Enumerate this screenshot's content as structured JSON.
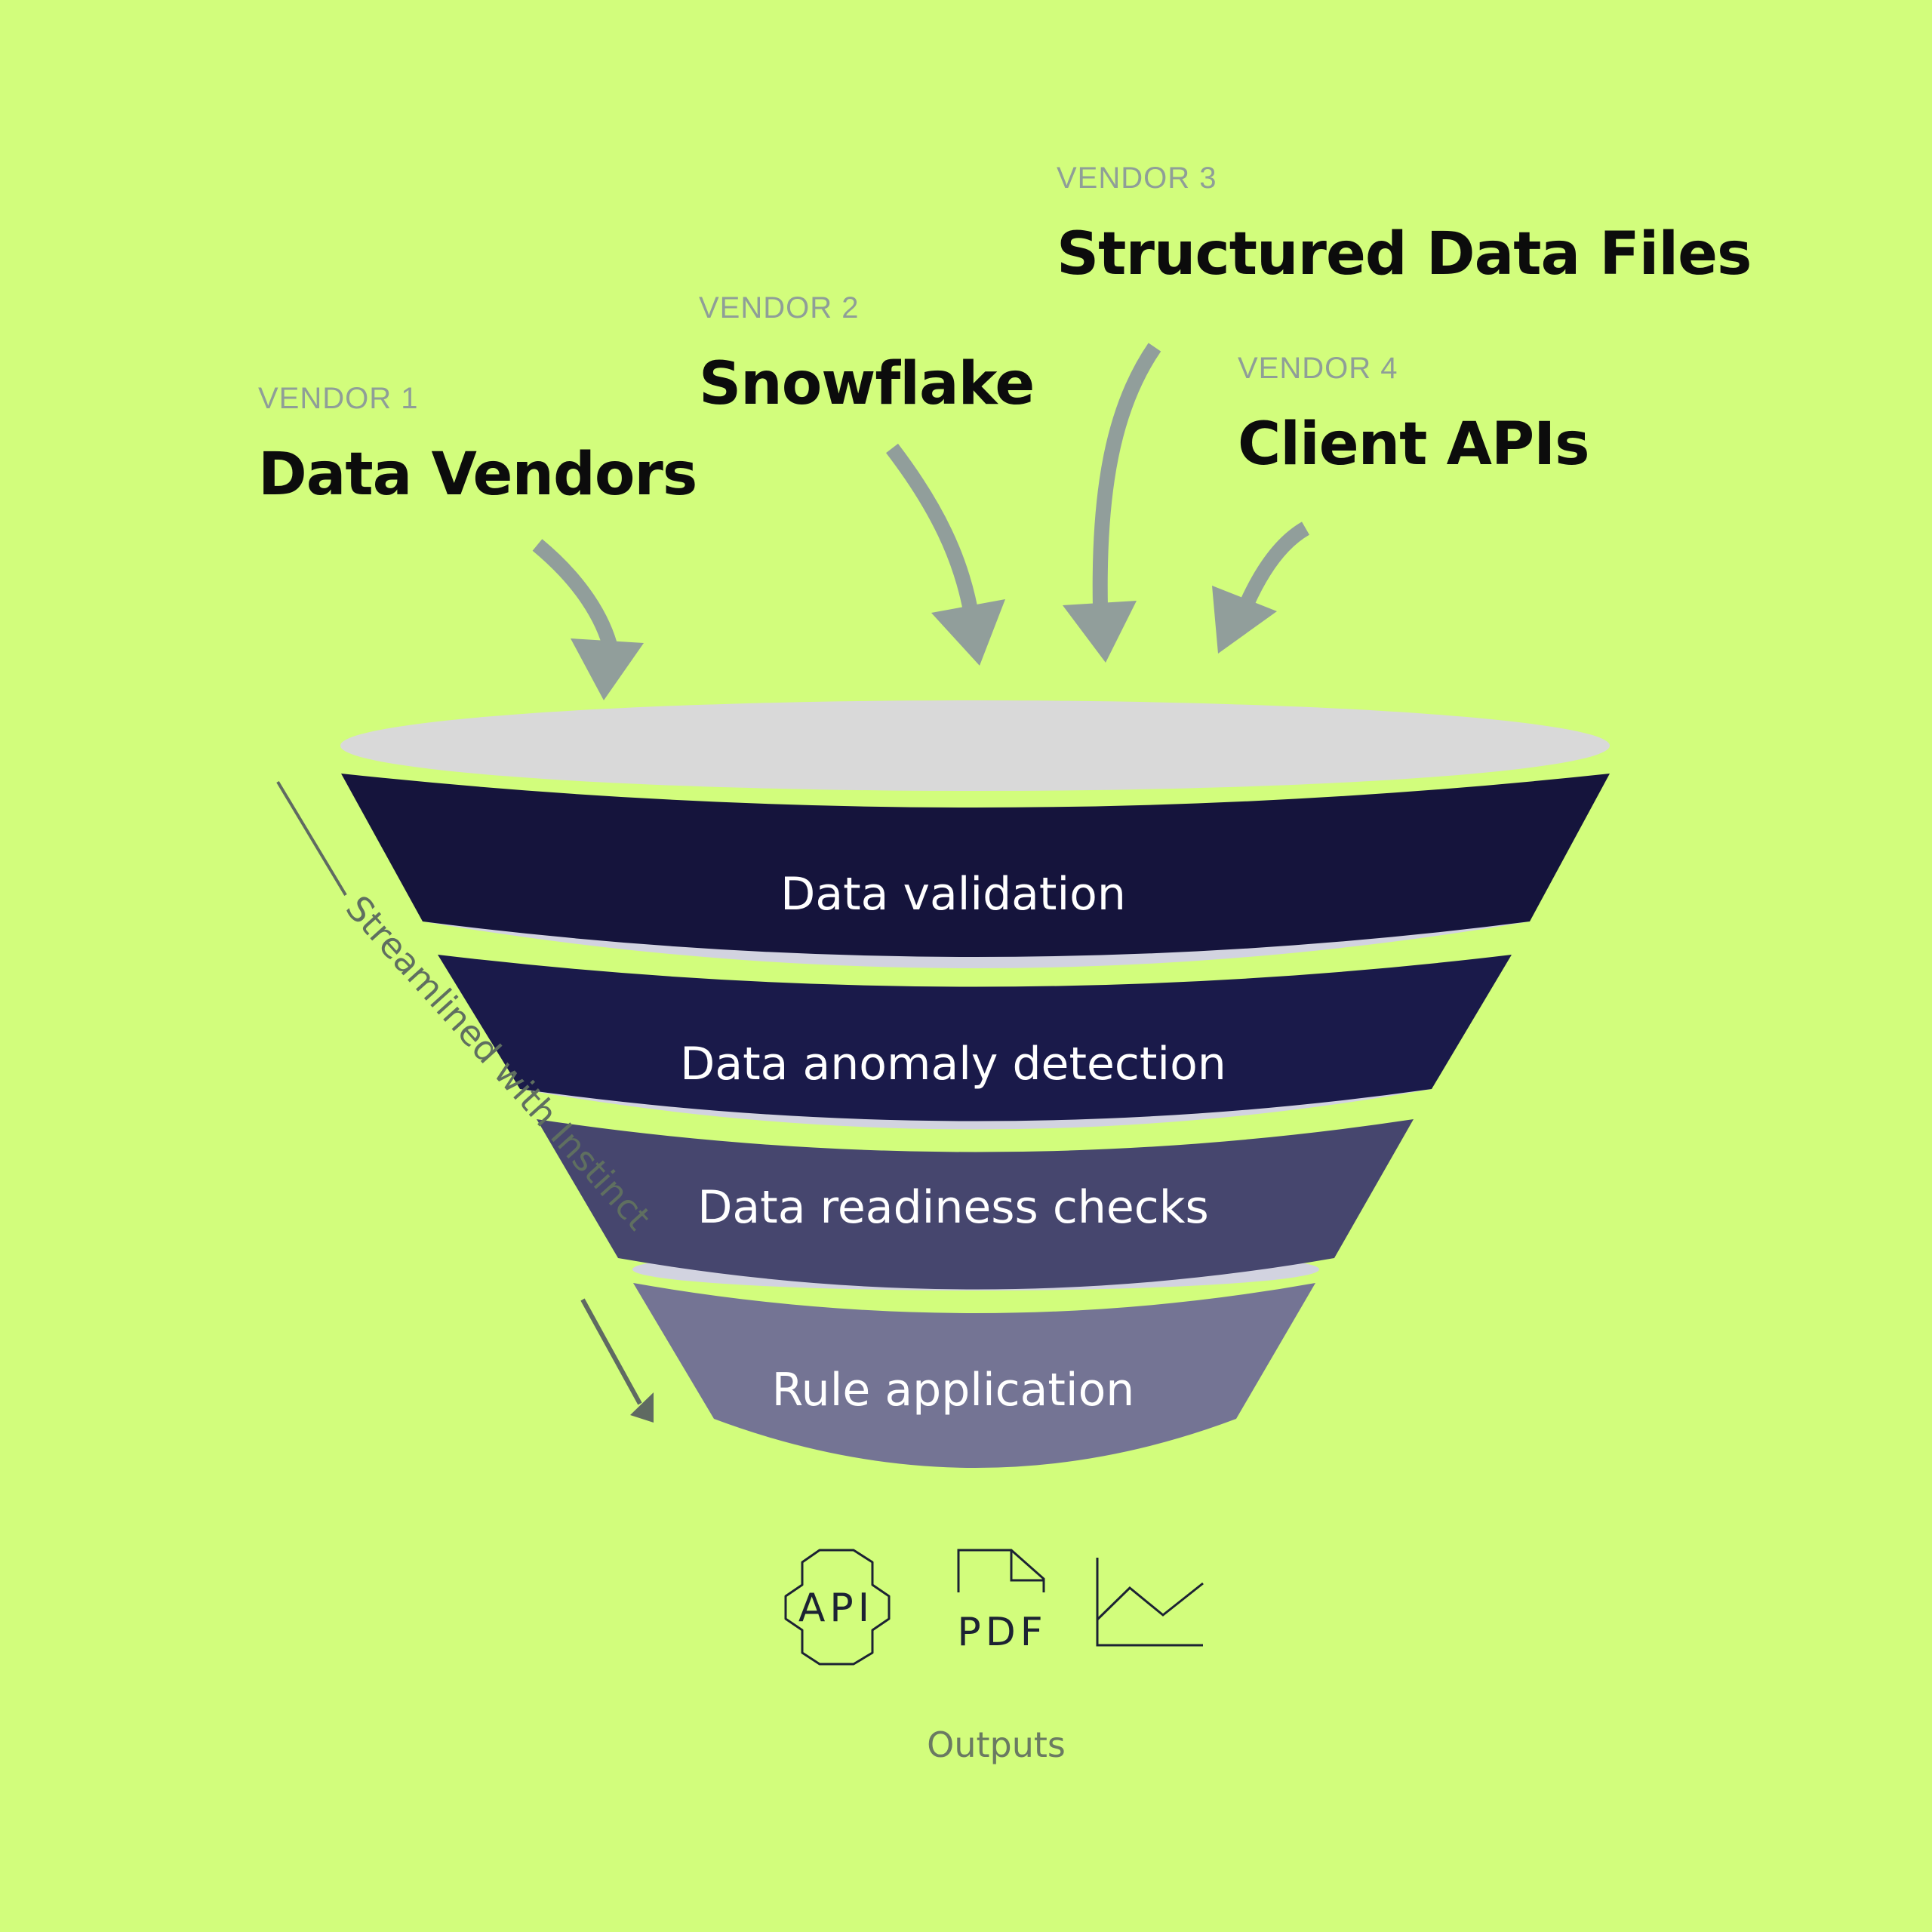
{
  "vendors": [
    {
      "kicker": "VENDOR 1",
      "title": "Data Vendors"
    },
    {
      "kicker": "VENDOR 2",
      "title": "Snowflake"
    },
    {
      "kicker": "VENDOR 3",
      "title": "Structured Data Files"
    },
    {
      "kicker": "VENDOR 4",
      "title": "Client APIs"
    }
  ],
  "funnel": {
    "stages": [
      {
        "label": "Data validation",
        "color": "#15143c"
      },
      {
        "label": "Data anomaly detection",
        "color": "#1a1a4a"
      },
      {
        "label": "Data readiness checks",
        "color": "#46466e"
      },
      {
        "label": "Rule application",
        "color": "#747494"
      }
    ],
    "rim_color": "#d9d9d9",
    "inner_rim_color": "#d2d3e0"
  },
  "side_label": "Streamlined with Instinct",
  "outputs": {
    "label": "Outputs",
    "icons": [
      {
        "name": "api-icon",
        "text": "API"
      },
      {
        "name": "pdf-icon",
        "text": "PDF"
      },
      {
        "name": "line-chart-icon",
        "text": ""
      }
    ]
  },
  "colors": {
    "background": "#d2fd7c",
    "arrow": "#919e9b",
    "side_arrow": "#5f6a62",
    "icon_stroke": "#1c2233"
  }
}
